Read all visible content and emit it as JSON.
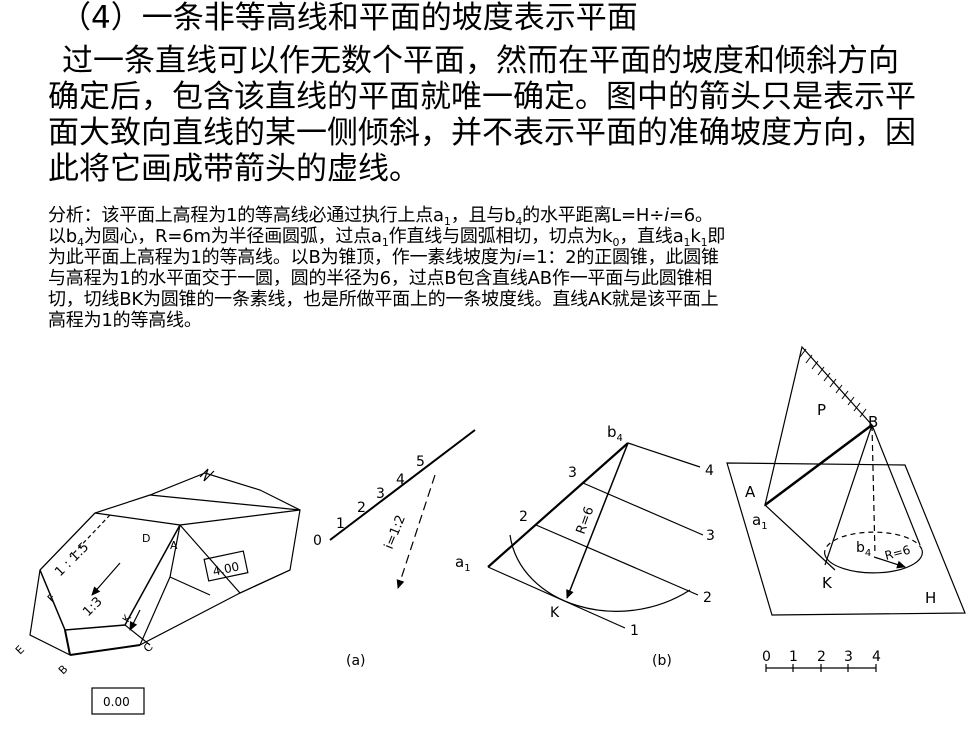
{
  "heading": "（4）一条非等高线和平面的坡度表示平面",
  "paragraph": [
    "过一条直线可以作无数个平面，然而在平面的坡度和倾斜方向",
    "确定后，包含该直线的平面就唯一确定。图中的箭头只是表示平",
    "面大致向直线的某一侧倾斜，并不表示平面的准确坡度方向，因",
    "此将它画成带箭头的虚线。"
  ],
  "analysis": {
    "l1_a": "分析：该平面上高程为1的等高线必通过执行上点a",
    "l1_a_sub": "1",
    "l1_b": "，且与b",
    "l1_b_sub": "4",
    "l1_c": "的水平距离L=H÷",
    "l1_i": "i",
    "l1_d": "=6。",
    "l2_a": "以b",
    "l2_a_sub": "4",
    "l2_b": "为圆心，R=6m为半径画圆弧，过点a",
    "l2_b_sub": "1",
    "l2_c": "作直线与圆弧相切，切点为k",
    "l2_c_sub": "0",
    "l2_d": "，直线a",
    "l2_d_sub": "1",
    "l2_e": "k",
    "l2_e_sub": "1",
    "l2_f": "即",
    "l3_a": "为此平面上高程为1的等高线。以B为锥顶，作一素线坡度为",
    "l3_i": "i",
    "l3_b": "=1：2的正圆锥，此圆锥",
    "l4": "与高程为1的水平面交于一圆，圆的半径为6，过点B包含直线AB作一平面与此圆锥相",
    "l5": "切，切线BK为圆锥的一条素线，也是所做平面上的一条坡度线。直线AK就是该平面上",
    "l6": "高程为1的等高线。"
  },
  "fig_left": {
    "slope1": "1 : 1.5",
    "slope2": "1:3",
    "label_D": "D",
    "label_A": "A",
    "label_E": "E",
    "label_F": "F",
    "label_B": "B",
    "label_C": "C",
    "label_K": "K",
    "elev_top": "4.00",
    "elev_bottom": "0.00"
  },
  "fig_a": {
    "ticks": [
      "0",
      "1",
      "2",
      "3",
      "4",
      "5"
    ],
    "slope_label": "i=1:2",
    "caption": "(a)"
  },
  "fig_b": {
    "b4": "b",
    "b4_sub": "4",
    "left_ticks": [
      "3",
      "2"
    ],
    "right_ticks": [
      "4",
      "3",
      "2",
      "1"
    ],
    "radius": "R=6",
    "a1": "a",
    "a1_sub": "1",
    "k": "K",
    "caption": "(b)"
  },
  "fig_c": {
    "P": "P",
    "B": "B",
    "A": "A",
    "a1": "a",
    "a1_sub": "1",
    "b4": "b",
    "b4_sub": "4",
    "radius": "R=6",
    "K": "K",
    "H": "H",
    "scale": [
      "0",
      "1",
      "2",
      "3",
      "4"
    ]
  }
}
